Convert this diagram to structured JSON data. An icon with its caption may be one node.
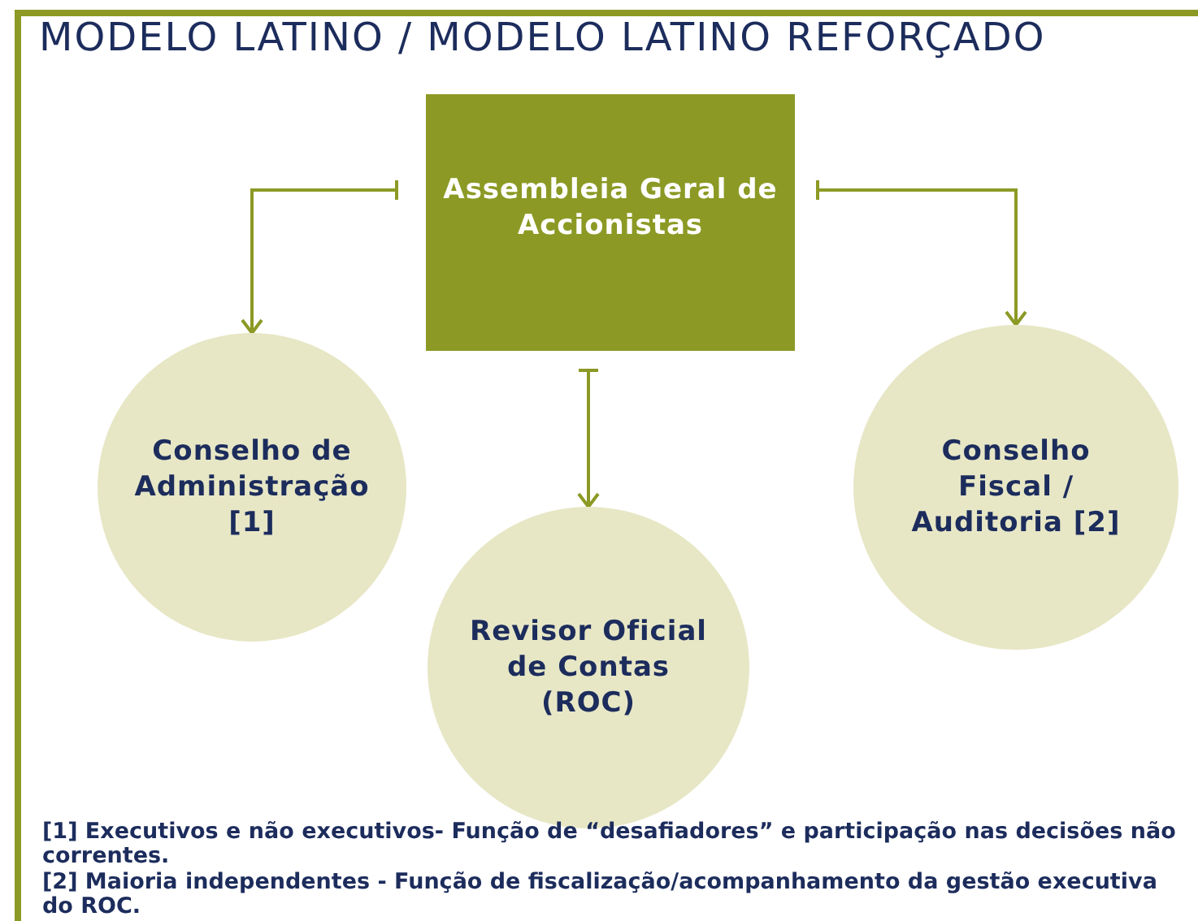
{
  "diagram": {
    "title": "MODELO LATINO / MODELO LATINO REFORÇADO",
    "nodes": [
      {
        "text": [
          "Assembleia Geral de Accionistas"
        ]
      },
      {
        "text": [
          "Conselho de Administração [1]"
        ]
      },
      {
        "text": [
          "Revisor Oficial de Contas (ROC)"
        ]
      },
      {
        "text": [
          "Conselho Fiscal / Auditoria [2]"
        ]
      }
    ],
    "edges": [
      {
        "from": 0,
        "to": 1,
        "arrow": "to"
      },
      {
        "from": 0,
        "to": 2,
        "arrow": "to"
      },
      {
        "from": 0,
        "to": 3,
        "arrow": "to"
      }
    ],
    "labels": [
      "[1] Executivos e não executivos- Função de “desafiadores” e participação nas decisões não correntes.",
      "[2] Maioria independentes - Função de fiscalização/acompanhamento da gestão executiva do ROC."
    ]
  }
}
